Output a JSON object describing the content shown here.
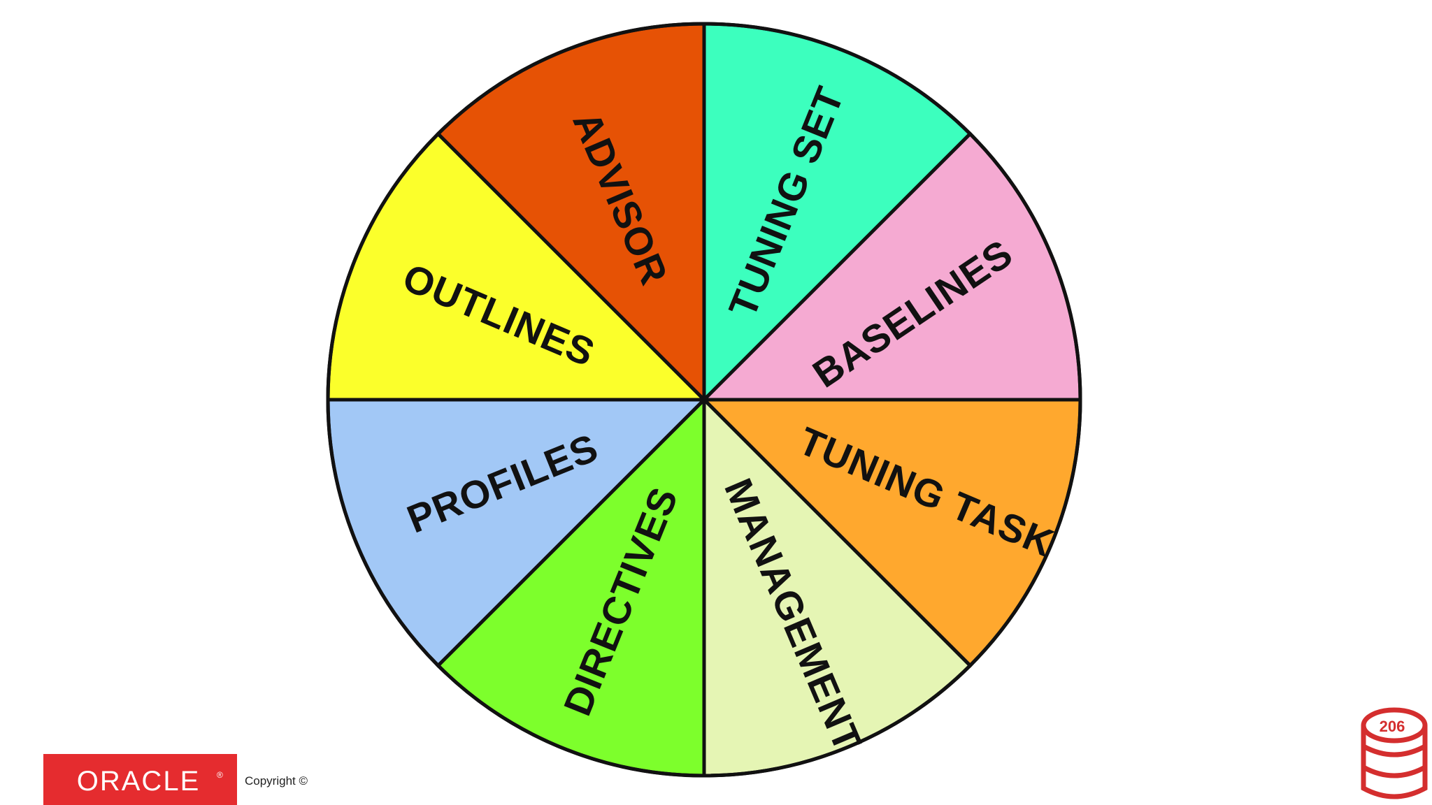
{
  "wheel": {
    "segments": [
      {
        "label": "TUNING SET",
        "color": "#3cffbe"
      },
      {
        "label": "BASELINES",
        "color": "#f5aad2"
      },
      {
        "label": "TUNING TASK",
        "color": "#ffa82e"
      },
      {
        "label": "MANAGEMENT",
        "color": "#e5f5b4"
      },
      {
        "label": "DIRECTIVES",
        "color": "#7dff2c"
      },
      {
        "label": "PROFILES",
        "color": "#a2c8f6"
      },
      {
        "label": "OUTLINES",
        "color": "#fbff2b"
      },
      {
        "label": "ADVISOR",
        "color": "#e65205"
      }
    ]
  },
  "footer": {
    "logo_text": "ORACLE",
    "logo_mark": "®",
    "logo_color": "#e52c2f",
    "copyright": "Copyright ©",
    "page_number": "206",
    "page_icon": "database-icon"
  }
}
